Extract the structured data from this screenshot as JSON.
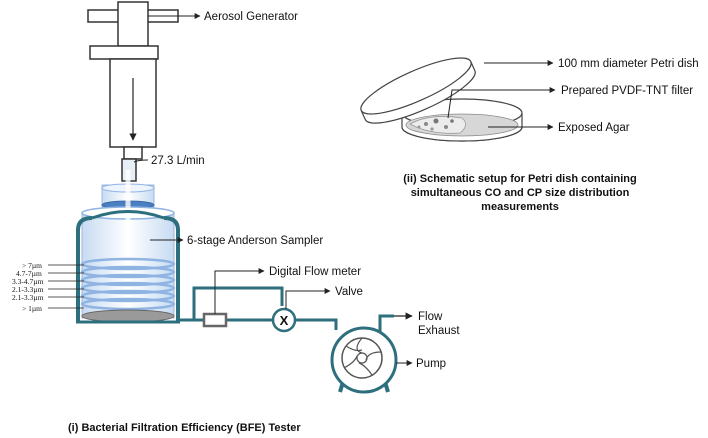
{
  "labels": {
    "aerosol_generator": "Aerosol Generator",
    "flow_rate": "27.3 L/min",
    "anderson_sampler": "6-stage Anderson Sampler",
    "flow_meter": "Digital Flow meter",
    "valve": "Valve",
    "valve_symbol": "X",
    "flow_exhaust_1": "Flow",
    "flow_exhaust_2": "Exhaust",
    "pump": "Pump",
    "petri_dish": "100 mm diameter Petri dish",
    "filter": "Prepared PVDF-TNT filter",
    "agar": "Exposed Agar"
  },
  "stages": [
    "> 7µm",
    "4.7-7µm",
    "3.3-4.7µm",
    "2.1-3.3µm",
    "2.1-3.3µm",
    "> 1µm"
  ],
  "captions": {
    "left": "(i) Bacterial Filtration Efficiency (BFE) Tester",
    "right_1": "(ii) Schematic setup for Petri dish containing",
    "right_2": "simultaneous CO and CP size distribution",
    "right_3": "measurements"
  },
  "colors": {
    "tube": "#2e6f7e",
    "sampler_fill": "#dbe9f7",
    "sampler_ring": "#8fb3e3",
    "sampler_disk": "#4a7fc1",
    "line": "#222222"
  }
}
